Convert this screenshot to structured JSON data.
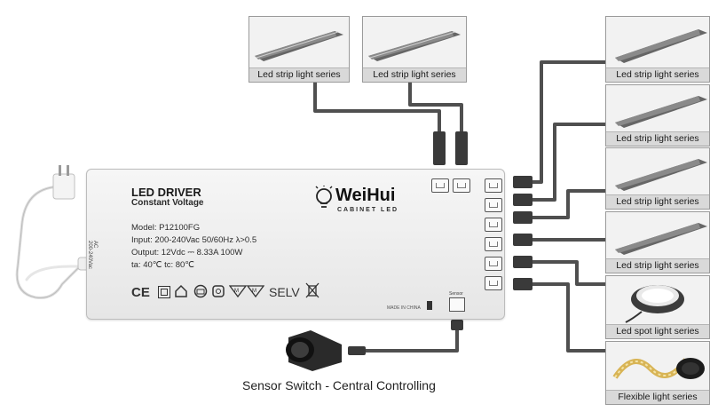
{
  "driver": {
    "title": "LED DRIVER",
    "subtitle": "Constant Voltage",
    "model": "Model: P12100FG",
    "input": "Input: 200-240Vac  50/60Hz   λ>0.5",
    "output": "Output: 12Vdc ⎓ 8.33A   100W",
    "temps": "ta: 40℃   tc: 80℃",
    "ac_side_label": "AC\n200-240Vac",
    "made_in": "MADE IN CHINA",
    "sensor_port": "Sensor",
    "certs": [
      "CE",
      "SELV"
    ]
  },
  "brand": {
    "name": "WeiHui",
    "tagline": "CABINET LED"
  },
  "sensor_caption": "Sensor Switch - Central Controlling",
  "products": {
    "top_left": "Led strip light series",
    "top_right": "Led strip light series",
    "right_1": "Led strip light series",
    "right_2": "Led strip light series",
    "right_3": "Led strip light series",
    "right_4": "Led strip light series",
    "right_5": "Led spot light series",
    "right_6": "Flexible light series"
  },
  "colors": {
    "cable": "#5a5a5a",
    "card_bg": "#f2f2f2",
    "caption_bg": "#d9d9d9"
  }
}
